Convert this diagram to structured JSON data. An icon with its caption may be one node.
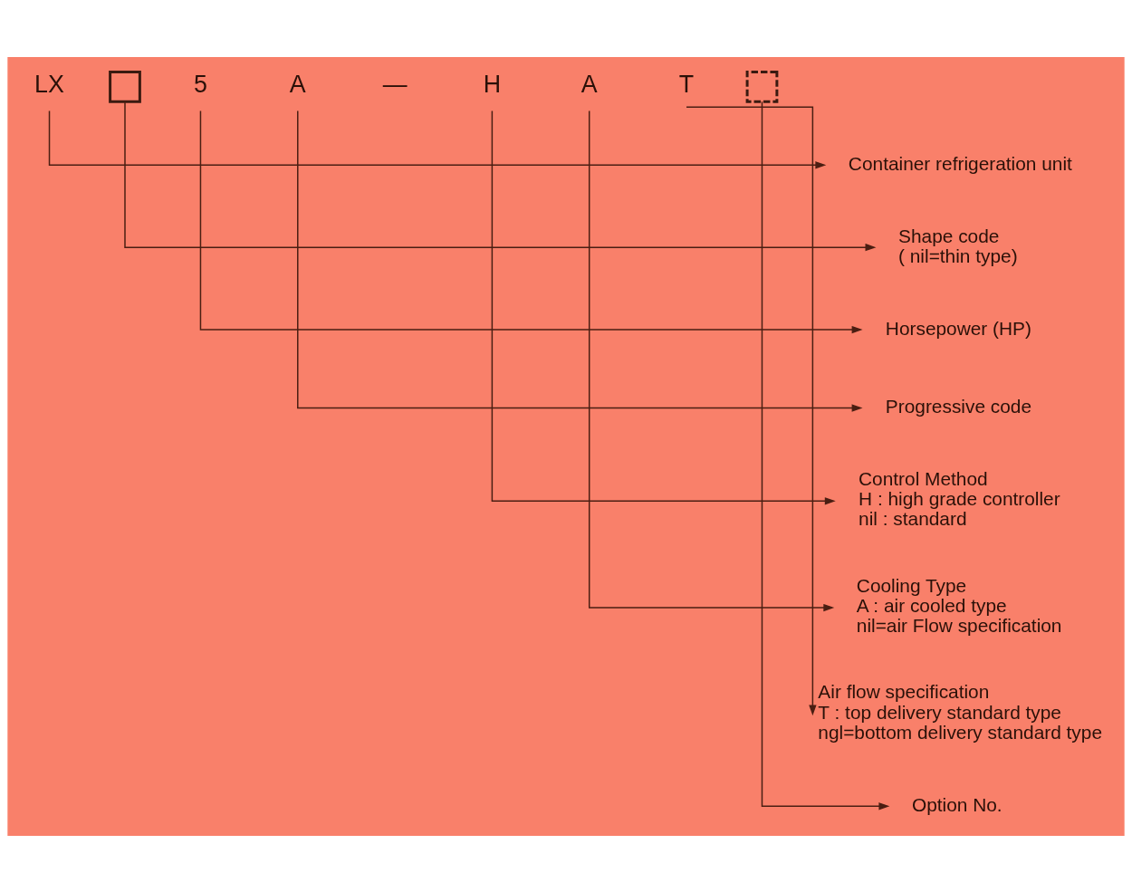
{
  "diagram": {
    "nodes": [
      {
        "text": [
          "LX"
        ]
      },
      {
        "text": [],
        "shape": "box"
      },
      {
        "text": [
          "5"
        ]
      },
      {
        "text": [
          "A"
        ]
      },
      {
        "text": [
          "H"
        ]
      },
      {
        "text": [
          "A"
        ]
      },
      {
        "text": [
          "T"
        ]
      },
      {
        "text": [],
        "shape": "box"
      },
      {
        "text": [
          "Container refrigeration unit"
        ]
      },
      {
        "text": [
          "Shape code",
          "( nil=thin type)"
        ]
      },
      {
        "text": [
          "Horsepower (HP)"
        ]
      },
      {
        "text": [
          "Progressive code"
        ]
      },
      {
        "text": [
          "Control Method",
          "H : high grade controller",
          "nil : standard"
        ]
      },
      {
        "text": [
          "Cooling Type",
          "A : air cooled type",
          "nil=air Flow specification"
        ]
      },
      {
        "text": [
          "Air flow specification",
          "T : top delivery standard type",
          "ngl=bottom delivery standard type"
        ]
      },
      {
        "text": [
          "Option No."
        ]
      }
    ],
    "edges": [
      {
        "from": 0,
        "to": 8,
        "arrow": "to"
      },
      {
        "from": 1,
        "to": 9,
        "arrow": "to"
      },
      {
        "from": 2,
        "to": 10,
        "arrow": "to"
      },
      {
        "from": 3,
        "to": 11,
        "arrow": "to"
      },
      {
        "from": 4,
        "to": 12,
        "arrow": "to"
      },
      {
        "from": 5,
        "to": 13,
        "arrow": "to"
      },
      {
        "from": 6,
        "to": 14,
        "arrow": "to"
      },
      {
        "from": 7,
        "to": 15,
        "arrow": "to"
      }
    ],
    "labels": [
      "—"
    ]
  }
}
